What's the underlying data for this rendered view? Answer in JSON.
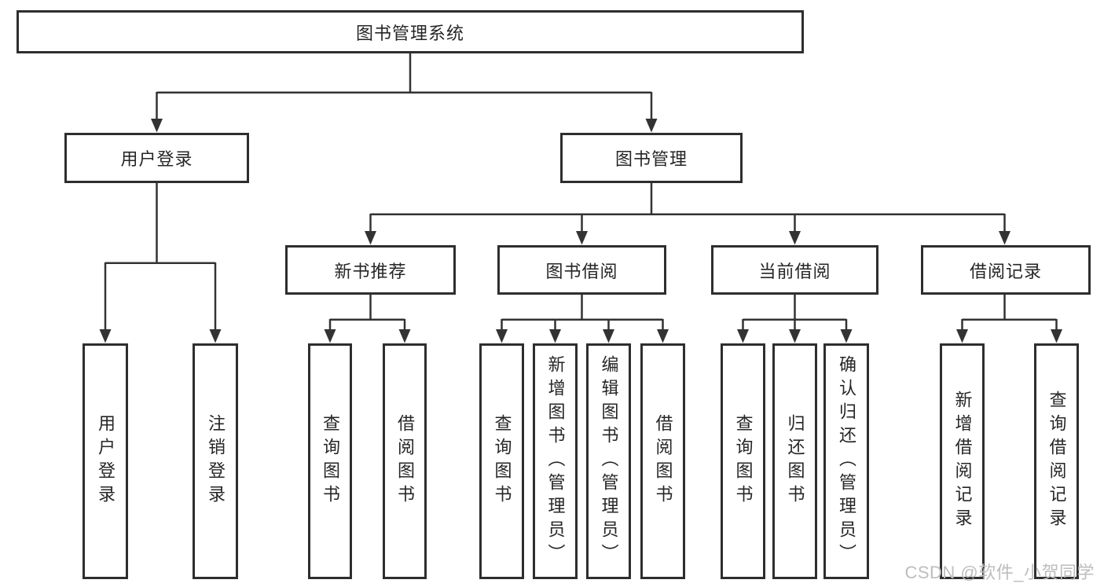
{
  "diagram": {
    "root_label": "图书管理系统",
    "nodes": {
      "user_login": "用户登录",
      "book_management": "图书管理",
      "new_book_recommend": "新书推荐",
      "book_borrowing": "图书借阅",
      "current_borrowing": "当前借阅",
      "borrowing_records": "借阅记录"
    },
    "leaves": {
      "login": "用户登录",
      "logout": "注销登录",
      "nb_query_book": "查询图书",
      "nb_borrow_book": "借阅图书",
      "bb_query_book": "查询图书",
      "bb_add_book": "新增图书（管理员）",
      "bb_edit_book": "编辑图书（管理员）",
      "bb_borrow_book": "借阅图书",
      "cb_query_book": "查询图书",
      "cb_return_book": "归还图书",
      "cb_confirm_return": "确认归还（管理员）",
      "br_add_record": "新增借阅记录",
      "br_query_record": "查询借阅记录"
    },
    "watermark": "CSDN @软件_小贺同学",
    "colors": {
      "line": "#333333",
      "box_border": "#2e2e2e",
      "text": "#262626",
      "watermark": "#bdbdbd",
      "background": "#ffffff"
    }
  }
}
